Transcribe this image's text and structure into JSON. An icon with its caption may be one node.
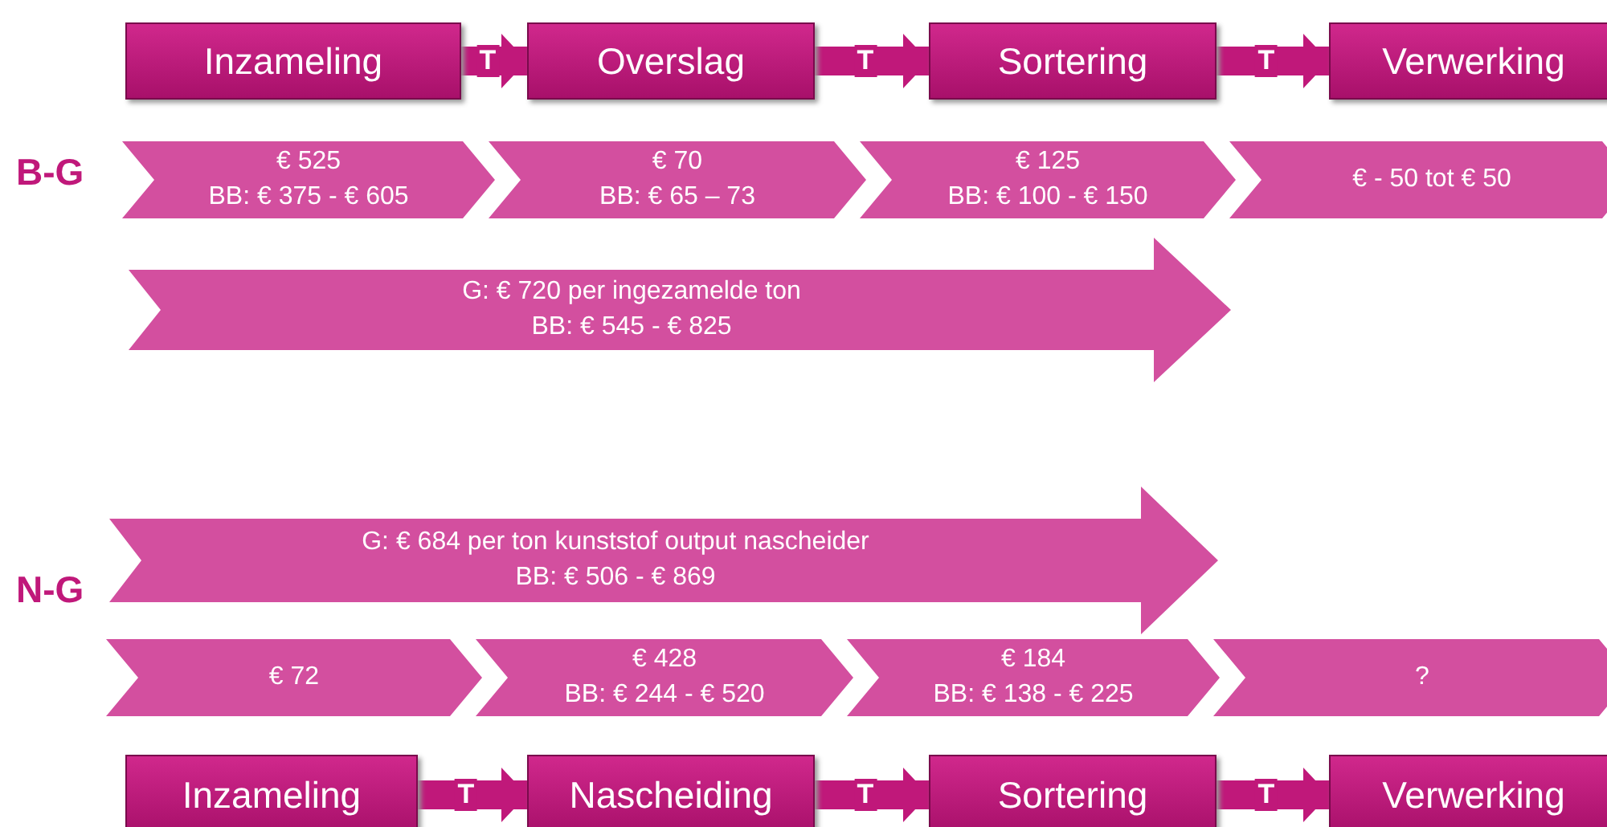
{
  "diagram": {
    "nodes": [
      {
        "text": [
          "Inzameling"
        ]
      },
      {
        "text": [
          "Overslag"
        ]
      },
      {
        "text": [
          "Sortering"
        ]
      },
      {
        "text": [
          "Verwerking"
        ]
      },
      {
        "text": [
          "€ 525",
          "BB: € 375 - € 605"
        ]
      },
      {
        "text": [
          "€ 70",
          "BB: € 65 – 73"
        ]
      },
      {
        "text": [
          "€ 125",
          "BB: € 100 - € 150"
        ]
      },
      {
        "text": [
          "€ - 50 tot € 50"
        ]
      },
      {
        "text": [
          "G: € 720 per ingezamelde ton",
          "BB: € 545 - € 825"
        ]
      },
      {
        "text": [
          "G: € 684 per ton kunststof output nascheider",
          "BB: € 506 - € 869"
        ]
      },
      {
        "text": [
          "€ 72"
        ]
      },
      {
        "text": [
          "€ 428",
          "BB: € 244 - € 520"
        ]
      },
      {
        "text": [
          "€ 184",
          "BB: € 138 - € 225"
        ]
      },
      {
        "text": [
          "?"
        ]
      },
      {
        "text": [
          "Inzameling"
        ]
      },
      {
        "text": [
          "Nascheiding"
        ]
      },
      {
        "text": [
          "Sortering"
        ]
      },
      {
        "text": [
          "Verwerking"
        ]
      }
    ],
    "edges": [
      {
        "from": 0,
        "to": 1,
        "arrow": "to",
        "label": "T"
      },
      {
        "from": 1,
        "to": 2,
        "arrow": "to",
        "label": "T"
      },
      {
        "from": 2,
        "to": 3,
        "arrow": "to",
        "label": "T"
      },
      {
        "from": 14,
        "to": 15,
        "arrow": "to",
        "label": "T"
      },
      {
        "from": 15,
        "to": 16,
        "arrow": "to",
        "label": "T"
      },
      {
        "from": 16,
        "to": 17,
        "arrow": "to",
        "label": "T"
      }
    ],
    "labels": [
      "B-G",
      "N-G"
    ]
  }
}
